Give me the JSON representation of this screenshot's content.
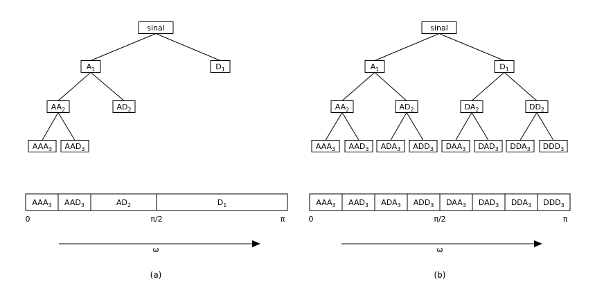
{
  "figures": [
    {
      "caption": "(a)",
      "tree": {
        "root": {
          "base": "sinal",
          "sub": ""
        },
        "l1": [
          {
            "base": "A",
            "sub": "1"
          },
          {
            "base": "D",
            "sub": "1"
          }
        ],
        "l2": [
          {
            "base": "AA",
            "sub": "2"
          },
          {
            "base": "AD",
            "sub": "2"
          }
        ],
        "l3": [
          {
            "base": "AAA",
            "sub": "3"
          },
          {
            "base": "AAD",
            "sub": "3"
          }
        ]
      },
      "band": [
        {
          "base": "AAA",
          "sub": "3"
        },
        {
          "base": "AAD",
          "sub": "3"
        },
        {
          "base": "AD",
          "sub": "2"
        },
        {
          "base": "D",
          "sub": "1"
        }
      ],
      "ticks": {
        "start": "0",
        "mid": "π/2",
        "end": "π"
      },
      "axis": "ω"
    },
    {
      "caption": "(b)",
      "tree": {
        "root": {
          "base": "sinal",
          "sub": ""
        },
        "l1": [
          {
            "base": "A",
            "sub": "1"
          },
          {
            "base": "D",
            "sub": "1"
          }
        ],
        "l2": [
          {
            "base": "AA",
            "sub": "2"
          },
          {
            "base": "AD",
            "sub": "2"
          },
          {
            "base": "DA",
            "sub": "2"
          },
          {
            "base": "DD",
            "sub": "2"
          }
        ],
        "l3": [
          {
            "base": "AAA",
            "sub": "3"
          },
          {
            "base": "AAD",
            "sub": "3"
          },
          {
            "base": "ADA",
            "sub": "3"
          },
          {
            "base": "ADD",
            "sub": "3"
          },
          {
            "base": "DAA",
            "sub": "3"
          },
          {
            "base": "DAD",
            "sub": "3"
          },
          {
            "base": "DDA",
            "sub": "3"
          },
          {
            "base": "DDD",
            "sub": "3"
          }
        ]
      },
      "band": [
        {
          "base": "AAA",
          "sub": "3"
        },
        {
          "base": "AAD",
          "sub": "3"
        },
        {
          "base": "ADA",
          "sub": "3"
        },
        {
          "base": "ADD",
          "sub": "3"
        },
        {
          "base": "DAA",
          "sub": "3"
        },
        {
          "base": "DAD",
          "sub": "3"
        },
        {
          "base": "DDA",
          "sub": "3"
        },
        {
          "base": "DDD",
          "sub": "3"
        }
      ],
      "ticks": {
        "start": "0",
        "mid": "π/2",
        "end": "π"
      },
      "axis": "ω"
    }
  ]
}
